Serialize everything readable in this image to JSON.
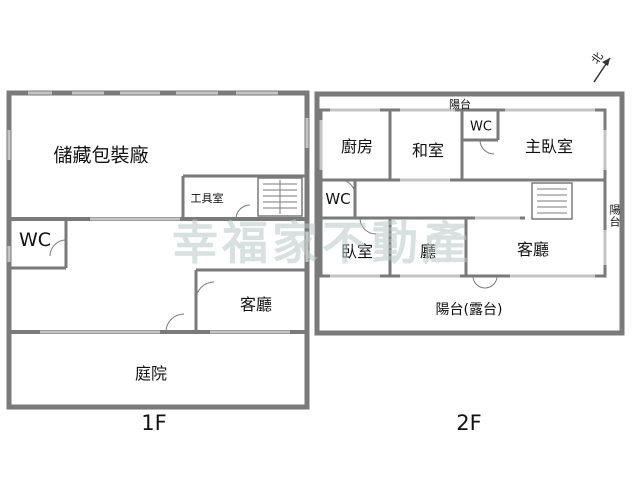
{
  "floor1": {
    "label": "1F",
    "rooms": {
      "storage": "儲藏包裝廠",
      "tool_room": "工具室",
      "wc": "WC",
      "living": "客廳",
      "courtyard": "庭院"
    }
  },
  "floor2": {
    "label": "2F",
    "rooms": {
      "kitchen": "廚房",
      "japanese_room": "和室",
      "wc_left": "WC",
      "wc_top": "WC",
      "master_bedroom": "主臥室",
      "balcony_top": "陽台",
      "balcony_right": "陽台",
      "bedroom": "臥室",
      "hall": "廳",
      "living": "客廳",
      "terrace": "陽台(露台)"
    }
  },
  "compass": {
    "label": "北",
    "icon": "north-arrow-icon"
  },
  "watermark": "幸福家不動產",
  "colors": {
    "wall": "#7a7a7a",
    "window": "#bdbdbd",
    "watermark": "#b9c7c7"
  }
}
